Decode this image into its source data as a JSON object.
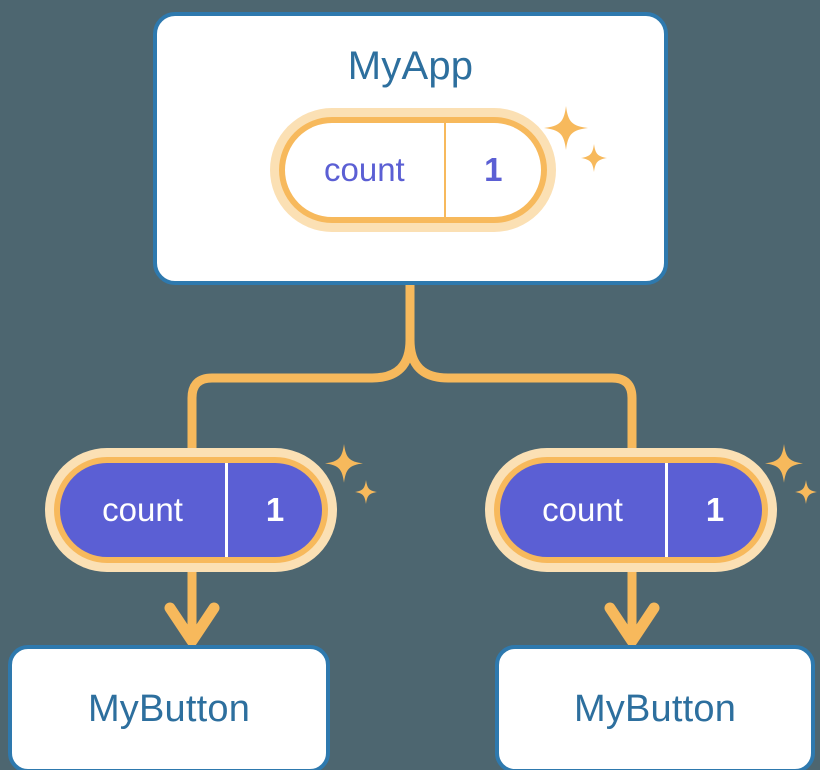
{
  "diagram": {
    "title_text": "MyApp",
    "background_color": "#4d6670",
    "card_border_color": "#2e79ae",
    "card_text_color": "#2d6f9e",
    "pill_border_color": "#f7b95c",
    "pill_halo_color": "#fbe0b4",
    "pill_fill_purple": "#5b5fd4",
    "connector_color": "#f7b95c"
  },
  "root_card": {
    "title": "MyApp",
    "state_pill": {
      "key": "count",
      "value": "1"
    }
  },
  "branches": [
    {
      "state_pill": {
        "key": "count",
        "value": "1"
      },
      "card": {
        "title": "MyButton"
      }
    },
    {
      "state_pill": {
        "key": "count",
        "value": "1"
      },
      "card": {
        "title": "MyButton"
      }
    }
  ],
  "icons": {
    "sparkle_large": "sparkle-icon",
    "sparkle_small": "sparkle-icon",
    "arrow_down": "arrow-down-icon"
  }
}
